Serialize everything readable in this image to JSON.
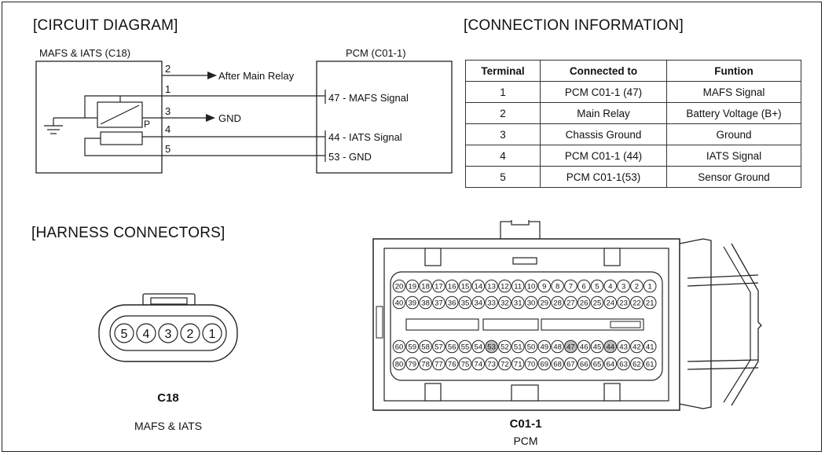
{
  "circuit": {
    "title": "[CIRCUIT DIAGRAM]",
    "left_box_title": "MAFS & IATS (C18)",
    "right_box_title": "PCM (C01-1)",
    "pins": [
      "2",
      "1",
      "3",
      "4",
      "5"
    ],
    "p_label": "P",
    "after_main_relay": "After Main Relay",
    "gnd": "GND",
    "pcm_mafs": "47 - MAFS Signal",
    "pcm_iats": "44 - IATS Signal",
    "pcm_gnd": "53 - GND"
  },
  "connection": {
    "title": "[CONNECTION INFORMATION]",
    "headers": [
      "Terminal",
      "Connected to",
      "Funtion"
    ],
    "rows": [
      [
        "1",
        "PCM C01-1 (47)",
        "MAFS Signal"
      ],
      [
        "2",
        "Main Relay",
        "Battery Voltage (B+)"
      ],
      [
        "3",
        "Chassis Ground",
        "Ground"
      ],
      [
        "4",
        "PCM C01-1 (44)",
        "IATS Signal"
      ],
      [
        "5",
        "PCM C01-1(53)",
        "Sensor Ground"
      ]
    ]
  },
  "harness": {
    "title": "[HARNESS CONNECTORS]",
    "c18_pins": [
      "5",
      "4",
      "3",
      "2",
      "1"
    ],
    "c18_label": "C18",
    "c18_sub": "MAFS & IATS",
    "pcm_label": "C01-1",
    "pcm_sub": "PCM",
    "pcm_rows": [
      [
        "20",
        "19",
        "18",
        "17",
        "16",
        "15",
        "14",
        "13",
        "12",
        "11",
        "10",
        "9",
        "8",
        "7",
        "6",
        "5",
        "4",
        "3",
        "2",
        "1"
      ],
      [
        "40",
        "39",
        "38",
        "37",
        "36",
        "35",
        "34",
        "33",
        "32",
        "31",
        "30",
        "29",
        "28",
        "27",
        "26",
        "25",
        "24",
        "23",
        "22",
        "21"
      ],
      [
        "60",
        "59",
        "58",
        "57",
        "56",
        "55",
        "54",
        "53",
        "52",
        "51",
        "50",
        "49",
        "48",
        "47",
        "46",
        "45",
        "44",
        "43",
        "42",
        "41"
      ],
      [
        "80",
        "79",
        "78",
        "77",
        "76",
        "75",
        "74",
        "73",
        "72",
        "71",
        "70",
        "69",
        "68",
        "67",
        "66",
        "65",
        "64",
        "63",
        "62",
        "61"
      ]
    ],
    "pcm_highlight": [
      "44",
      "47",
      "53"
    ]
  }
}
